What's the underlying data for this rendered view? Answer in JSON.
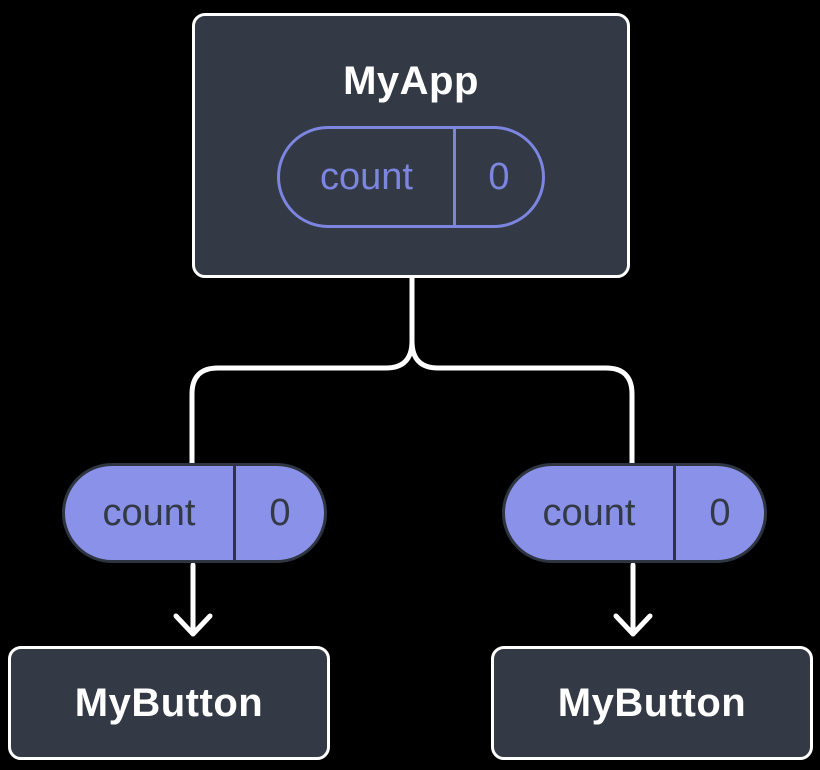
{
  "diagram": {
    "background": "#000000",
    "colors": {
      "node_fill": "#333a46",
      "node_border": "#ffffff",
      "node_text": "#ffffff",
      "state_outline": "#7c85e0",
      "prop_fill": "#8a91e8",
      "prop_border": "#2e3541",
      "prop_text": "#333a46",
      "connector": "#ffffff"
    },
    "root": {
      "title": "MyApp",
      "state": {
        "label": "count",
        "value": "0"
      }
    },
    "children": [
      {
        "title": "MyButton",
        "prop": {
          "label": "count",
          "value": "0"
        }
      },
      {
        "title": "MyButton",
        "prop": {
          "label": "count",
          "value": "0"
        }
      }
    ]
  }
}
